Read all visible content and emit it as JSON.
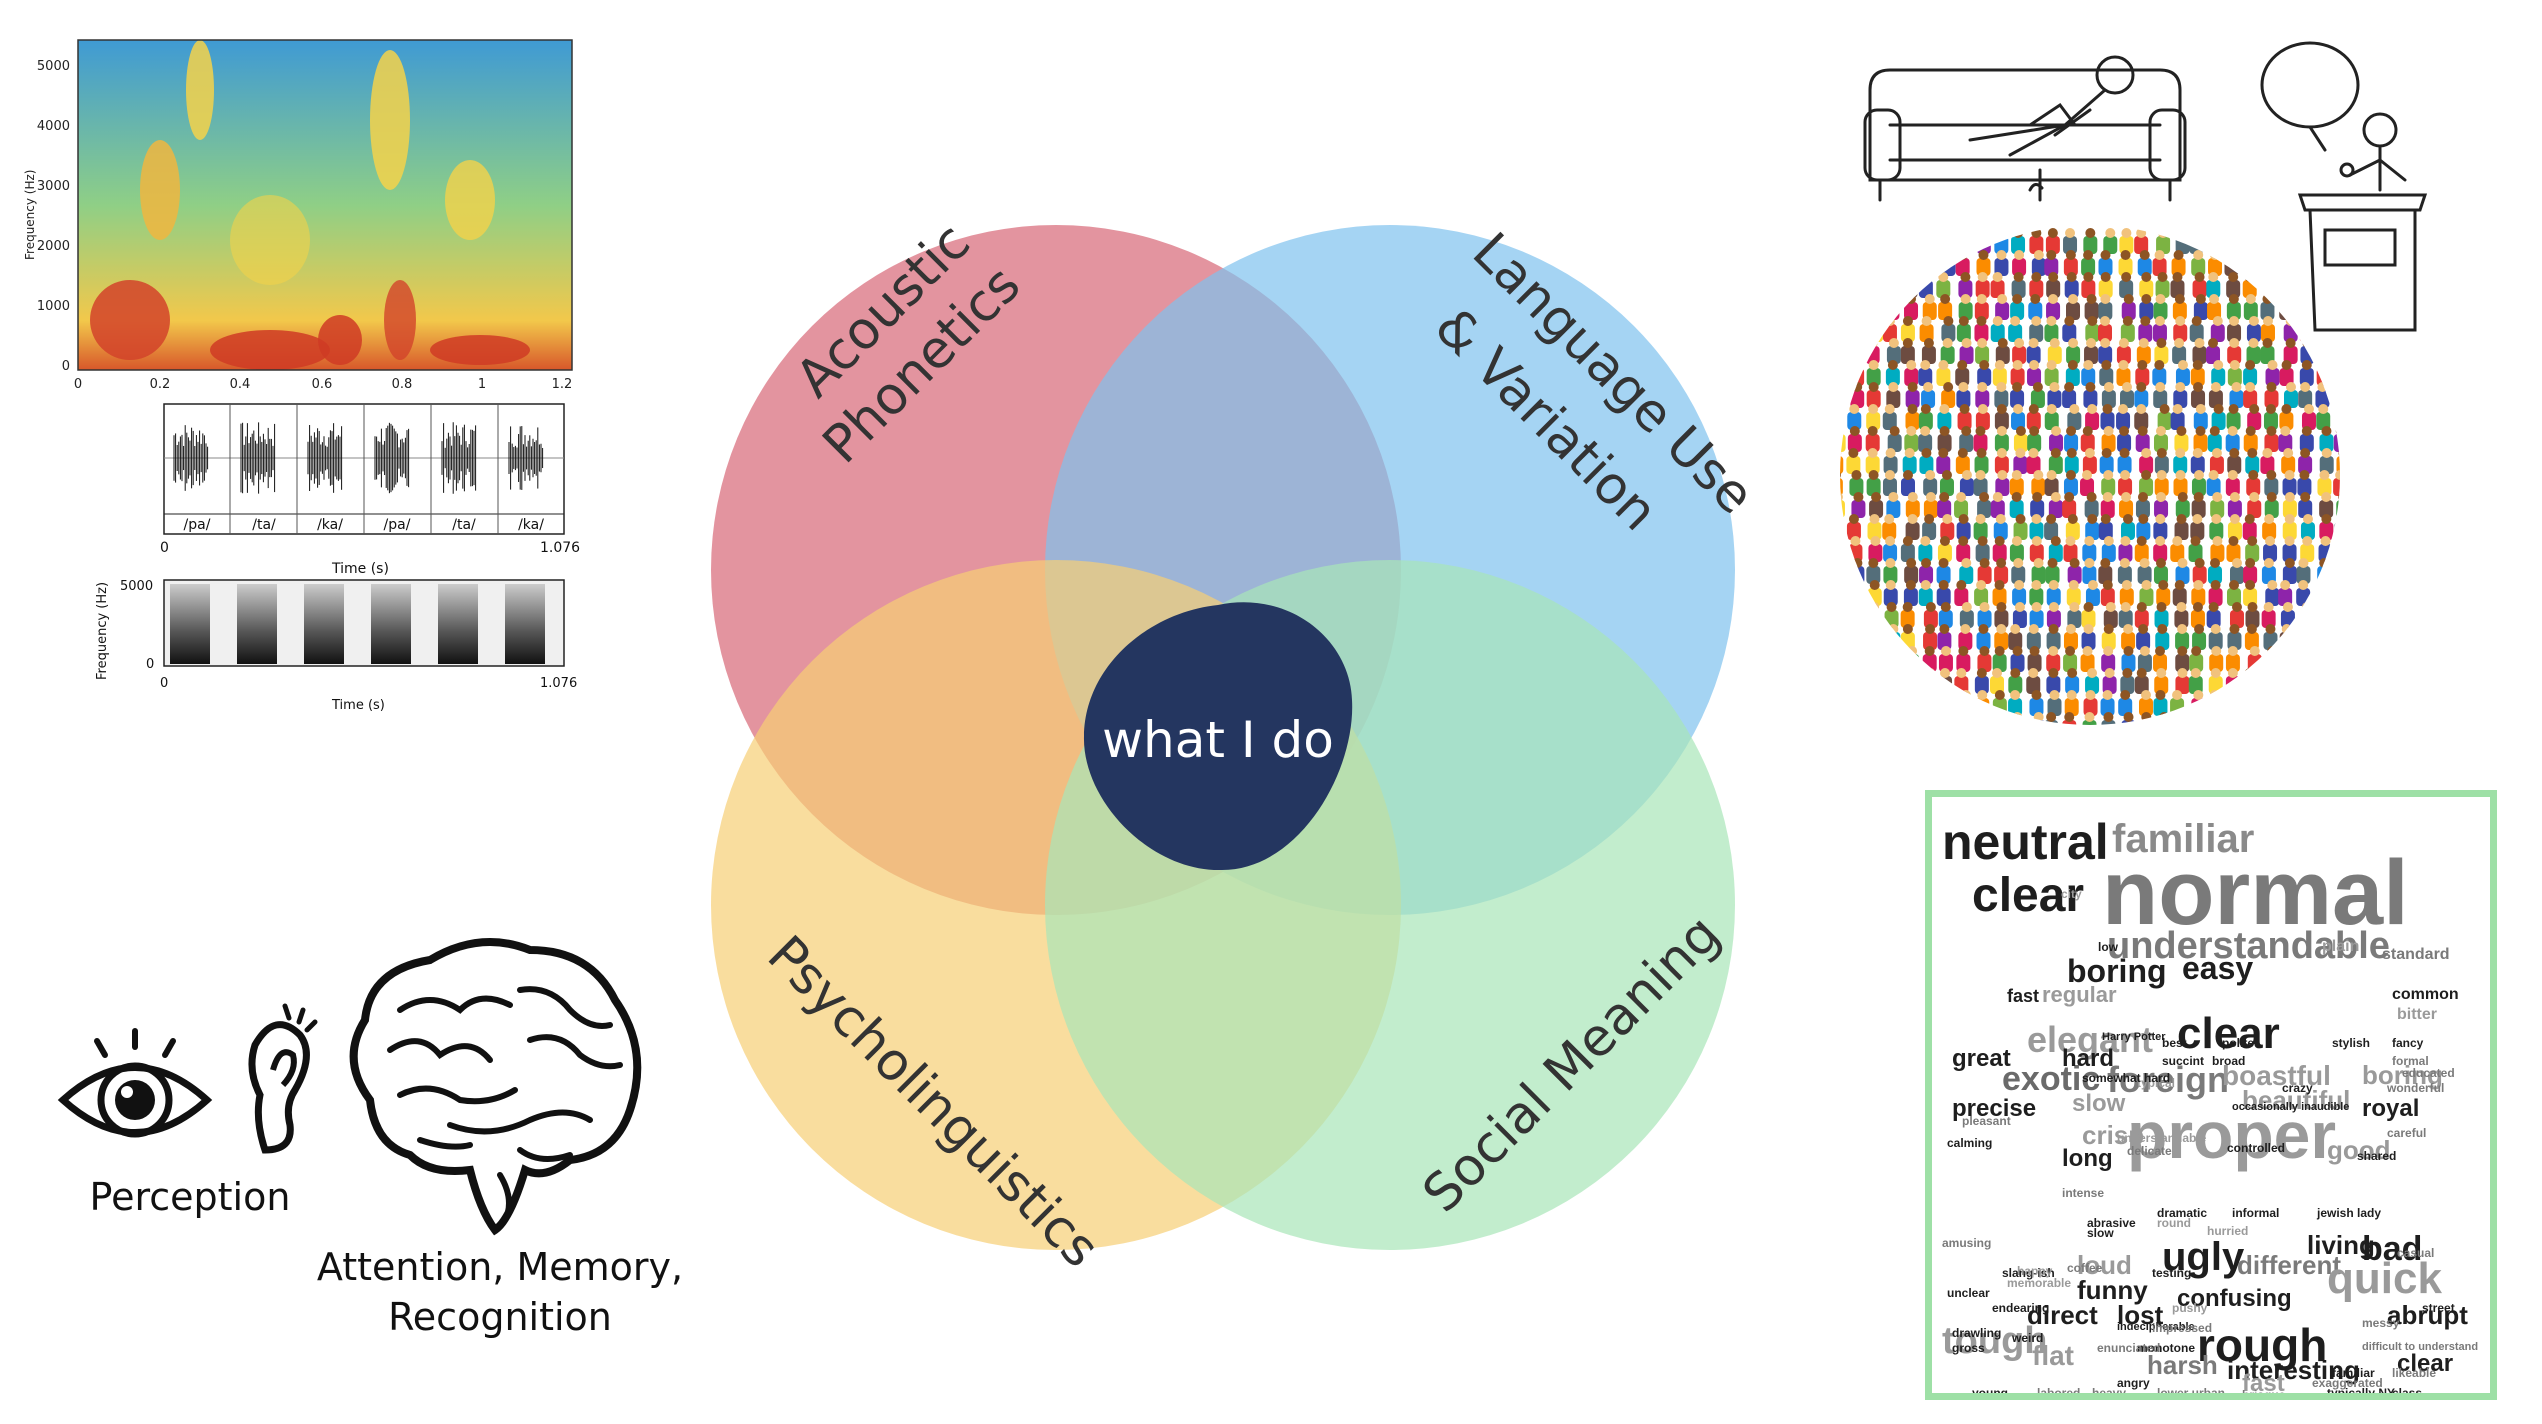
{
  "venn": {
    "center_label": "what I do",
    "circles": [
      {
        "name": "acoustic",
        "line1": "Acoustic",
        "line2": "Phonetics",
        "color": "#d9707f"
      },
      {
        "name": "language",
        "line1": "Language Use",
        "line2": "& Variation",
        "color": "#7fc2ee"
      },
      {
        "name": "psycho",
        "line1": "Psycholinguistics",
        "line2": "",
        "color": "#f7cf75"
      },
      {
        "name": "social",
        "line1": "Social Meaning",
        "line2": "",
        "color": "#a8e6b8"
      }
    ],
    "center_color": "#243660"
  },
  "spectrogram": {
    "ylabel": "Frequency (Hz)",
    "yticks": [
      "5000",
      "4000",
      "3000",
      "2000",
      "1000",
      "0"
    ],
    "xticks": [
      "0",
      "0.2",
      "0.4",
      "0.6",
      "0.8",
      "1",
      "1.2"
    ]
  },
  "waveform": {
    "segments": [
      "/pa/",
      "/ta/",
      "/ka/",
      "/pa/",
      "/ta/",
      "/ka/"
    ],
    "x_start": "0",
    "x_end": "1.076",
    "xlabel": "Time (s)"
  },
  "bw_spectrogram": {
    "ylabel": "Frequency (Hz)",
    "ytop": "5000",
    "ybottom": "0",
    "x_start": "0",
    "x_end": "1.076",
    "xlabel": "Time (s)"
  },
  "captions": {
    "perception": "Perception",
    "cognition_line1": "Attention, Memory,",
    "cognition_line2": "Recognition"
  },
  "wordcloud": [
    {
      "w": "normal",
      "s": 92,
      "c": "#7a7a7a"
    },
    {
      "w": "neutral",
      "s": 50,
      "c": "#1e1e1e"
    },
    {
      "w": "clear",
      "s": 48,
      "c": "#1e1e1e"
    },
    {
      "w": "familiar",
      "s": 40,
      "c": "#8a8a8a"
    },
    {
      "w": "understandable",
      "s": 38,
      "c": "#7a7a7a"
    },
    {
      "w": "boring",
      "s": 32,
      "c": "#1e1e1e"
    },
    {
      "w": "easy",
      "s": 32,
      "c": "#1e1e1e"
    },
    {
      "w": "proper",
      "s": 66,
      "c": "#9a9a9a"
    },
    {
      "w": "elegant",
      "s": 36,
      "c": "#9a9a9a"
    },
    {
      "w": "clear",
      "s": 44,
      "c": "#1e1e1e"
    },
    {
      "w": "exotic",
      "s": 34,
      "c": "#6a6a6a"
    },
    {
      "w": "foreign",
      "s": 36,
      "c": "#7a7a7a"
    },
    {
      "w": "great",
      "s": 24,
      "c": "#1e1e1e"
    },
    {
      "w": "hard",
      "s": 24,
      "c": "#1e1e1e"
    },
    {
      "w": "precise",
      "s": 24,
      "c": "#1e1e1e"
    },
    {
      "w": "slow",
      "s": 24,
      "c": "#9a9a9a"
    },
    {
      "w": "beautiful",
      "s": 26,
      "c": "#9a9a9a"
    },
    {
      "w": "boastful",
      "s": 28,
      "c": "#9a9a9a"
    },
    {
      "w": "boring",
      "s": 26,
      "c": "#9a9a9a"
    },
    {
      "w": "royal",
      "s": 24,
      "c": "#1e1e1e"
    },
    {
      "w": "crisp",
      "s": 26,
      "c": "#9a9a9a"
    },
    {
      "w": "long",
      "s": 24,
      "c": "#1e1e1e"
    },
    {
      "w": "good",
      "s": 26,
      "c": "#9a9a9a"
    },
    {
      "w": "ugly",
      "s": 40,
      "c": "#1e1e1e"
    },
    {
      "w": "living",
      "s": 26,
      "c": "#1e1e1e"
    },
    {
      "w": "bad",
      "s": 34,
      "c": "#1e1e1e"
    },
    {
      "w": "different",
      "s": 26,
      "c": "#7a7a7a"
    },
    {
      "w": "loud",
      "s": 26,
      "c": "#9a9a9a"
    },
    {
      "w": "funny",
      "s": 26,
      "c": "#1e1e1e"
    },
    {
      "w": "confusing",
      "s": 24,
      "c": "#1e1e1e"
    },
    {
      "w": "quick",
      "s": 44,
      "c": "#9a9a9a"
    },
    {
      "w": "direct",
      "s": 26,
      "c": "#1e1e1e"
    },
    {
      "w": "lost",
      "s": 26,
      "c": "#1e1e1e"
    },
    {
      "w": "tough",
      "s": 38,
      "c": "#9a9a9a"
    },
    {
      "w": "rough",
      "s": 46,
      "c": "#1e1e1e"
    },
    {
      "w": "abrupt",
      "s": 26,
      "c": "#1e1e1e"
    },
    {
      "w": "flat",
      "s": 28,
      "c": "#9a9a9a"
    },
    {
      "w": "harsh",
      "s": 26,
      "c": "#7a7a7a"
    },
    {
      "w": "interesting",
      "s": 26,
      "c": "#1e1e1e"
    },
    {
      "w": "clear",
      "s": 24,
      "c": "#1e1e1e"
    },
    {
      "w": "fast",
      "s": 24,
      "c": "#9a9a9a"
    },
    {
      "w": "regular",
      "s": 22,
      "c": "#9a9a9a"
    },
    {
      "w": "fast",
      "s": 18,
      "c": "#1e1e1e"
    },
    {
      "w": "common",
      "s": 16,
      "c": "#1e1e1e"
    },
    {
      "w": "bitter",
      "s": 16,
      "c": "#9a9a9a"
    },
    {
      "w": "standard",
      "s": 16,
      "c": "#7a7a7a"
    },
    {
      "w": "plain",
      "s": 16,
      "c": "#9a9a9a"
    },
    {
      "w": "stylish",
      "s": 12,
      "c": "#1e1e1e"
    },
    {
      "w": "fancy",
      "s": 12,
      "c": "#1e1e1e"
    },
    {
      "w": "formal",
      "s": 12,
      "c": "#7a7a7a"
    },
    {
      "w": "educated",
      "s": 12,
      "c": "#7a7a7a"
    },
    {
      "w": "wonderful",
      "s": 12,
      "c": "#7a7a7a"
    },
    {
      "w": "pleasant",
      "s": 12,
      "c": "#7a7a7a"
    },
    {
      "w": "understandable",
      "s": 12,
      "c": "#9a9a9a"
    },
    {
      "w": "delicate",
      "s": 12,
      "c": "#7a7a7a"
    },
    {
      "w": "controlled",
      "s": 12,
      "c": "#1e1e1e"
    },
    {
      "w": "shared",
      "s": 12,
      "c": "#1e1e1e"
    },
    {
      "w": "careful",
      "s": 12,
      "c": "#7a7a7a"
    },
    {
      "w": "calming",
      "s": 12,
      "c": "#1e1e1e"
    },
    {
      "w": "Harry Potter",
      "s": 11,
      "c": "#1e1e1e"
    },
    {
      "w": "best",
      "s": 12,
      "c": "#1e1e1e"
    },
    {
      "w": "polite",
      "s": 12,
      "c": "#1e1e1e"
    },
    {
      "w": "succint",
      "s": 12,
      "c": "#1e1e1e"
    },
    {
      "w": "broad",
      "s": 12,
      "c": "#1e1e1e"
    },
    {
      "w": "typical",
      "s": 12,
      "c": "#9a9a9a"
    },
    {
      "w": "somewhat hard",
      "s": 12,
      "c": "#1e1e1e"
    },
    {
      "w": "occasionally inaudible",
      "s": 11,
      "c": "#1e1e1e"
    },
    {
      "w": "crazy",
      "s": 12,
      "c": "#1e1e1e"
    },
    {
      "w": "informal",
      "s": 12,
      "c": "#1e1e1e"
    },
    {
      "w": "jewish lady",
      "s": 12,
      "c": "#1e1e1e"
    },
    {
      "w": "slow",
      "s": 12,
      "c": "#1e1e1e"
    },
    {
      "w": "round",
      "s": 12,
      "c": "#9a9a9a"
    },
    {
      "w": "hurried",
      "s": 12,
      "c": "#9a9a9a"
    },
    {
      "w": "dramatic",
      "s": 12,
      "c": "#1e1e1e"
    },
    {
      "w": "abrasive",
      "s": 12,
      "c": "#1e1e1e"
    },
    {
      "w": "casual",
      "s": 12,
      "c": "#7a7a7a"
    },
    {
      "w": "street",
      "s": 12,
      "c": "#1e1e1e"
    },
    {
      "w": "messy",
      "s": 12,
      "c": "#7a7a7a"
    },
    {
      "w": "difficult to understand",
      "s": 11,
      "c": "#7a7a7a"
    },
    {
      "w": "likeable",
      "s": 12,
      "c": "#7a7a7a"
    },
    {
      "w": "class",
      "s": 12,
      "c": "#1e1e1e"
    },
    {
      "w": "typically NY",
      "s": 12,
      "c": "#1e1e1e"
    },
    {
      "w": "brisque",
      "s": 12,
      "c": "#7a7a7a"
    },
    {
      "w": "lower urban",
      "s": 12,
      "c": "#7a7a7a"
    },
    {
      "w": "young",
      "s": 12,
      "c": "#1e1e1e"
    },
    {
      "w": "labored",
      "s": 12,
      "c": "#7a7a7a"
    },
    {
      "w": "heavy",
      "s": 12,
      "c": "#7a7a7a"
    },
    {
      "w": "angry",
      "s": 12,
      "c": "#1e1e1e"
    },
    {
      "w": "exaggerated",
      "s": 12,
      "c": "#7a7a7a"
    },
    {
      "w": "familiar",
      "s": 12,
      "c": "#1e1e1e"
    },
    {
      "w": "monotone",
      "s": 12,
      "c": "#1e1e1e"
    },
    {
      "w": "enunciated",
      "s": 12,
      "c": "#7a7a7a"
    },
    {
      "w": "weird",
      "s": 12,
      "c": "#1e1e1e"
    },
    {
      "w": "drawling",
      "s": 12,
      "c": "#1e1e1e"
    },
    {
      "w": "gross",
      "s": 12,
      "c": "#1e1e1e"
    },
    {
      "w": "intense",
      "s": 12,
      "c": "#7a7a7a"
    },
    {
      "w": "slang-ish",
      "s": 12,
      "c": "#1e1e1e"
    },
    {
      "w": "unclear",
      "s": 12,
      "c": "#1e1e1e"
    },
    {
      "w": "memorable",
      "s": 12,
      "c": "#9a9a9a"
    },
    {
      "w": "happy",
      "s": 12,
      "c": "#9a9a9a"
    },
    {
      "w": "coffee",
      "s": 12,
      "c": "#7a7a7a"
    },
    {
      "w": "testing",
      "s": 12,
      "c": "#1e1e1e"
    },
    {
      "w": "pushy",
      "s": 12,
      "c": "#9a9a9a"
    },
    {
      "w": "indecipherable",
      "s": 11,
      "c": "#1e1e1e"
    },
    {
      "w": "impressed",
      "s": 12,
      "c": "#7a7a7a"
    },
    {
      "w": "endearing",
      "s": 12,
      "c": "#1e1e1e"
    },
    {
      "w": "amusing",
      "s": 12,
      "c": "#7a7a7a"
    },
    {
      "w": "city",
      "s": 12,
      "c": "#9a9a9a"
    },
    {
      "w": "low",
      "s": 12,
      "c": "#1e1e1e"
    }
  ]
}
